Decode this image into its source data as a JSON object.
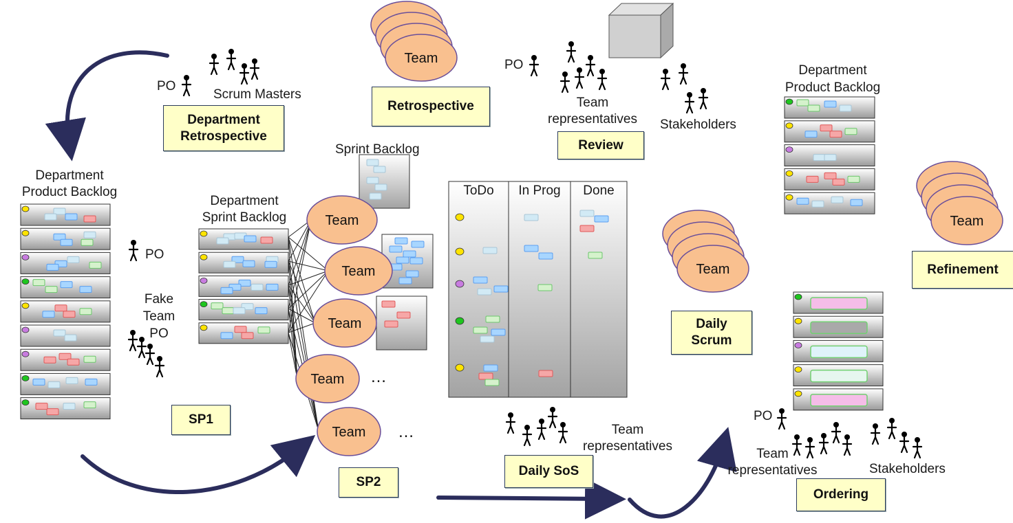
{
  "labels": {
    "po": "PO",
    "scrum_masters": "Scrum Masters",
    "department_product_backlog": [
      "Department",
      "Product Backlog"
    ],
    "department_sprint_backlog": [
      "Department",
      "Sprint Backlog"
    ],
    "sprint_backlog": "Sprint Backlog",
    "fake_team_po": [
      "Fake",
      "Team",
      "PO"
    ],
    "team": "Team",
    "team_representatives": [
      "Team",
      "representatives"
    ],
    "stakeholders": "Stakeholders",
    "ellipsis": "…"
  },
  "boxes": {
    "department_retrospective": [
      "Department",
      "Retrospective"
    ],
    "retrospective": "Retrospective",
    "review": "Review",
    "sp1": "SP1",
    "sp2": "SP2",
    "daily_sos": "Daily SoS",
    "daily_scrum": [
      "Daily",
      "Scrum"
    ],
    "refinement": "Refinement",
    "ordering": "Ordering"
  },
  "board": {
    "columns": [
      "ToDo",
      "In Prog",
      "Done"
    ]
  },
  "colors": {
    "team_fill": "#f9c08f",
    "box_fill": "#ffffc8",
    "arrow": "#2b2d5c",
    "dot_yellow": "#ffe400",
    "dot_purple": "#c87ce0",
    "dot_green": "#1fc51f",
    "note_blue": "#a8d6ff",
    "note_pale": "#d2eaf5",
    "note_red": "#f6a7a7",
    "note_green": "#d5f2cc"
  },
  "left_backlog_dots": [
    "yellow",
    "yellow",
    "purple",
    "green",
    "yellow",
    "purple",
    "purple",
    "green",
    "green"
  ],
  "sprint_backlog_dots": [
    "yellow",
    "yellow",
    "purple",
    "green",
    "yellow"
  ],
  "board_row_dots": [
    "yellow",
    "yellow",
    "purple",
    "green",
    "yellow"
  ],
  "right_backlog_dots": [
    "green",
    "yellow",
    "purple",
    "yellow",
    "yellow"
  ],
  "ordering_dots": [
    "green",
    "yellow",
    "purple",
    "yellow",
    "yellow"
  ]
}
